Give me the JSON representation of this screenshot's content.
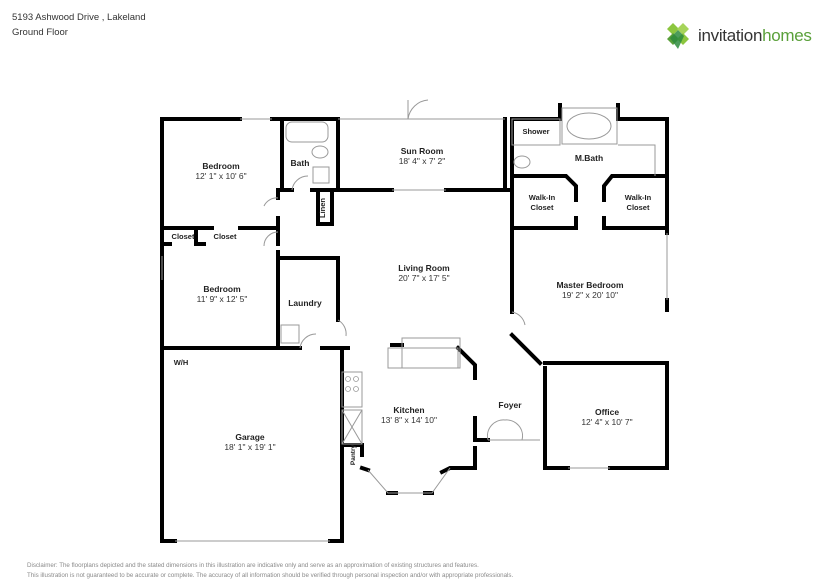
{
  "header": {
    "address": "5193 Ashwood Drive , Lakeland",
    "floor": "Ground Floor"
  },
  "brand": {
    "logo_icon": "diamond-cluster-logo-icon",
    "name_part1": "invitation",
    "name_part2": "homes",
    "colors": {
      "primary_green": "#5aa03a",
      "light_green": "#8cc63f",
      "dark_green": "#2e8b3e",
      "text_gray": "#333333"
    }
  },
  "rooms": {
    "bedroom1": {
      "label": "Bedroom",
      "dims": "12' 1\" x 10' 6\""
    },
    "bath": {
      "label": "Bath"
    },
    "sun_room": {
      "label": "Sun Room",
      "dims": "18' 4\" x 7' 2\""
    },
    "shower": {
      "label": "Shower"
    },
    "mbath": {
      "label": "M.Bath"
    },
    "walkin1": {
      "label1": "Walk-In",
      "label2": "Closet"
    },
    "walkin2": {
      "label1": "Walk-In",
      "label2": "Closet"
    },
    "linen": {
      "label": "Linen"
    },
    "closet1": {
      "label": "Closet"
    },
    "closet2": {
      "label": "Closet"
    },
    "bedroom2": {
      "label": "Bedroom",
      "dims": "11' 9\" x 12' 5\""
    },
    "laundry": {
      "label": "Laundry"
    },
    "living_room": {
      "label": "Living Room",
      "dims": "20' 7\" x 17' 5\""
    },
    "master_bedroom": {
      "label": "Master Bedroom",
      "dims": "19' 2\" x 20' 10\""
    },
    "wh": {
      "label": "W/H"
    },
    "garage": {
      "label": "Garage",
      "dims": "18' 1\" x 19' 1\""
    },
    "kitchen": {
      "label": "Kitchen",
      "dims": "13' 8\" x 14' 10\""
    },
    "pantry": {
      "label": "Pantry"
    },
    "foyer": {
      "label": "Foyer"
    },
    "office": {
      "label": "Office",
      "dims": "12' 4\" x 10' 7\""
    }
  },
  "disclaimer": {
    "line1": "Disclaimer: The floorplans depicted and the stated dimensions in this illustration are indicative only and serve as an approximation of existing structures and features.",
    "line2": "This illustration is not guaranteed to be accurate or complete. The accuracy of all information should be verified through personal inspection and/or with appropriate professionals."
  }
}
